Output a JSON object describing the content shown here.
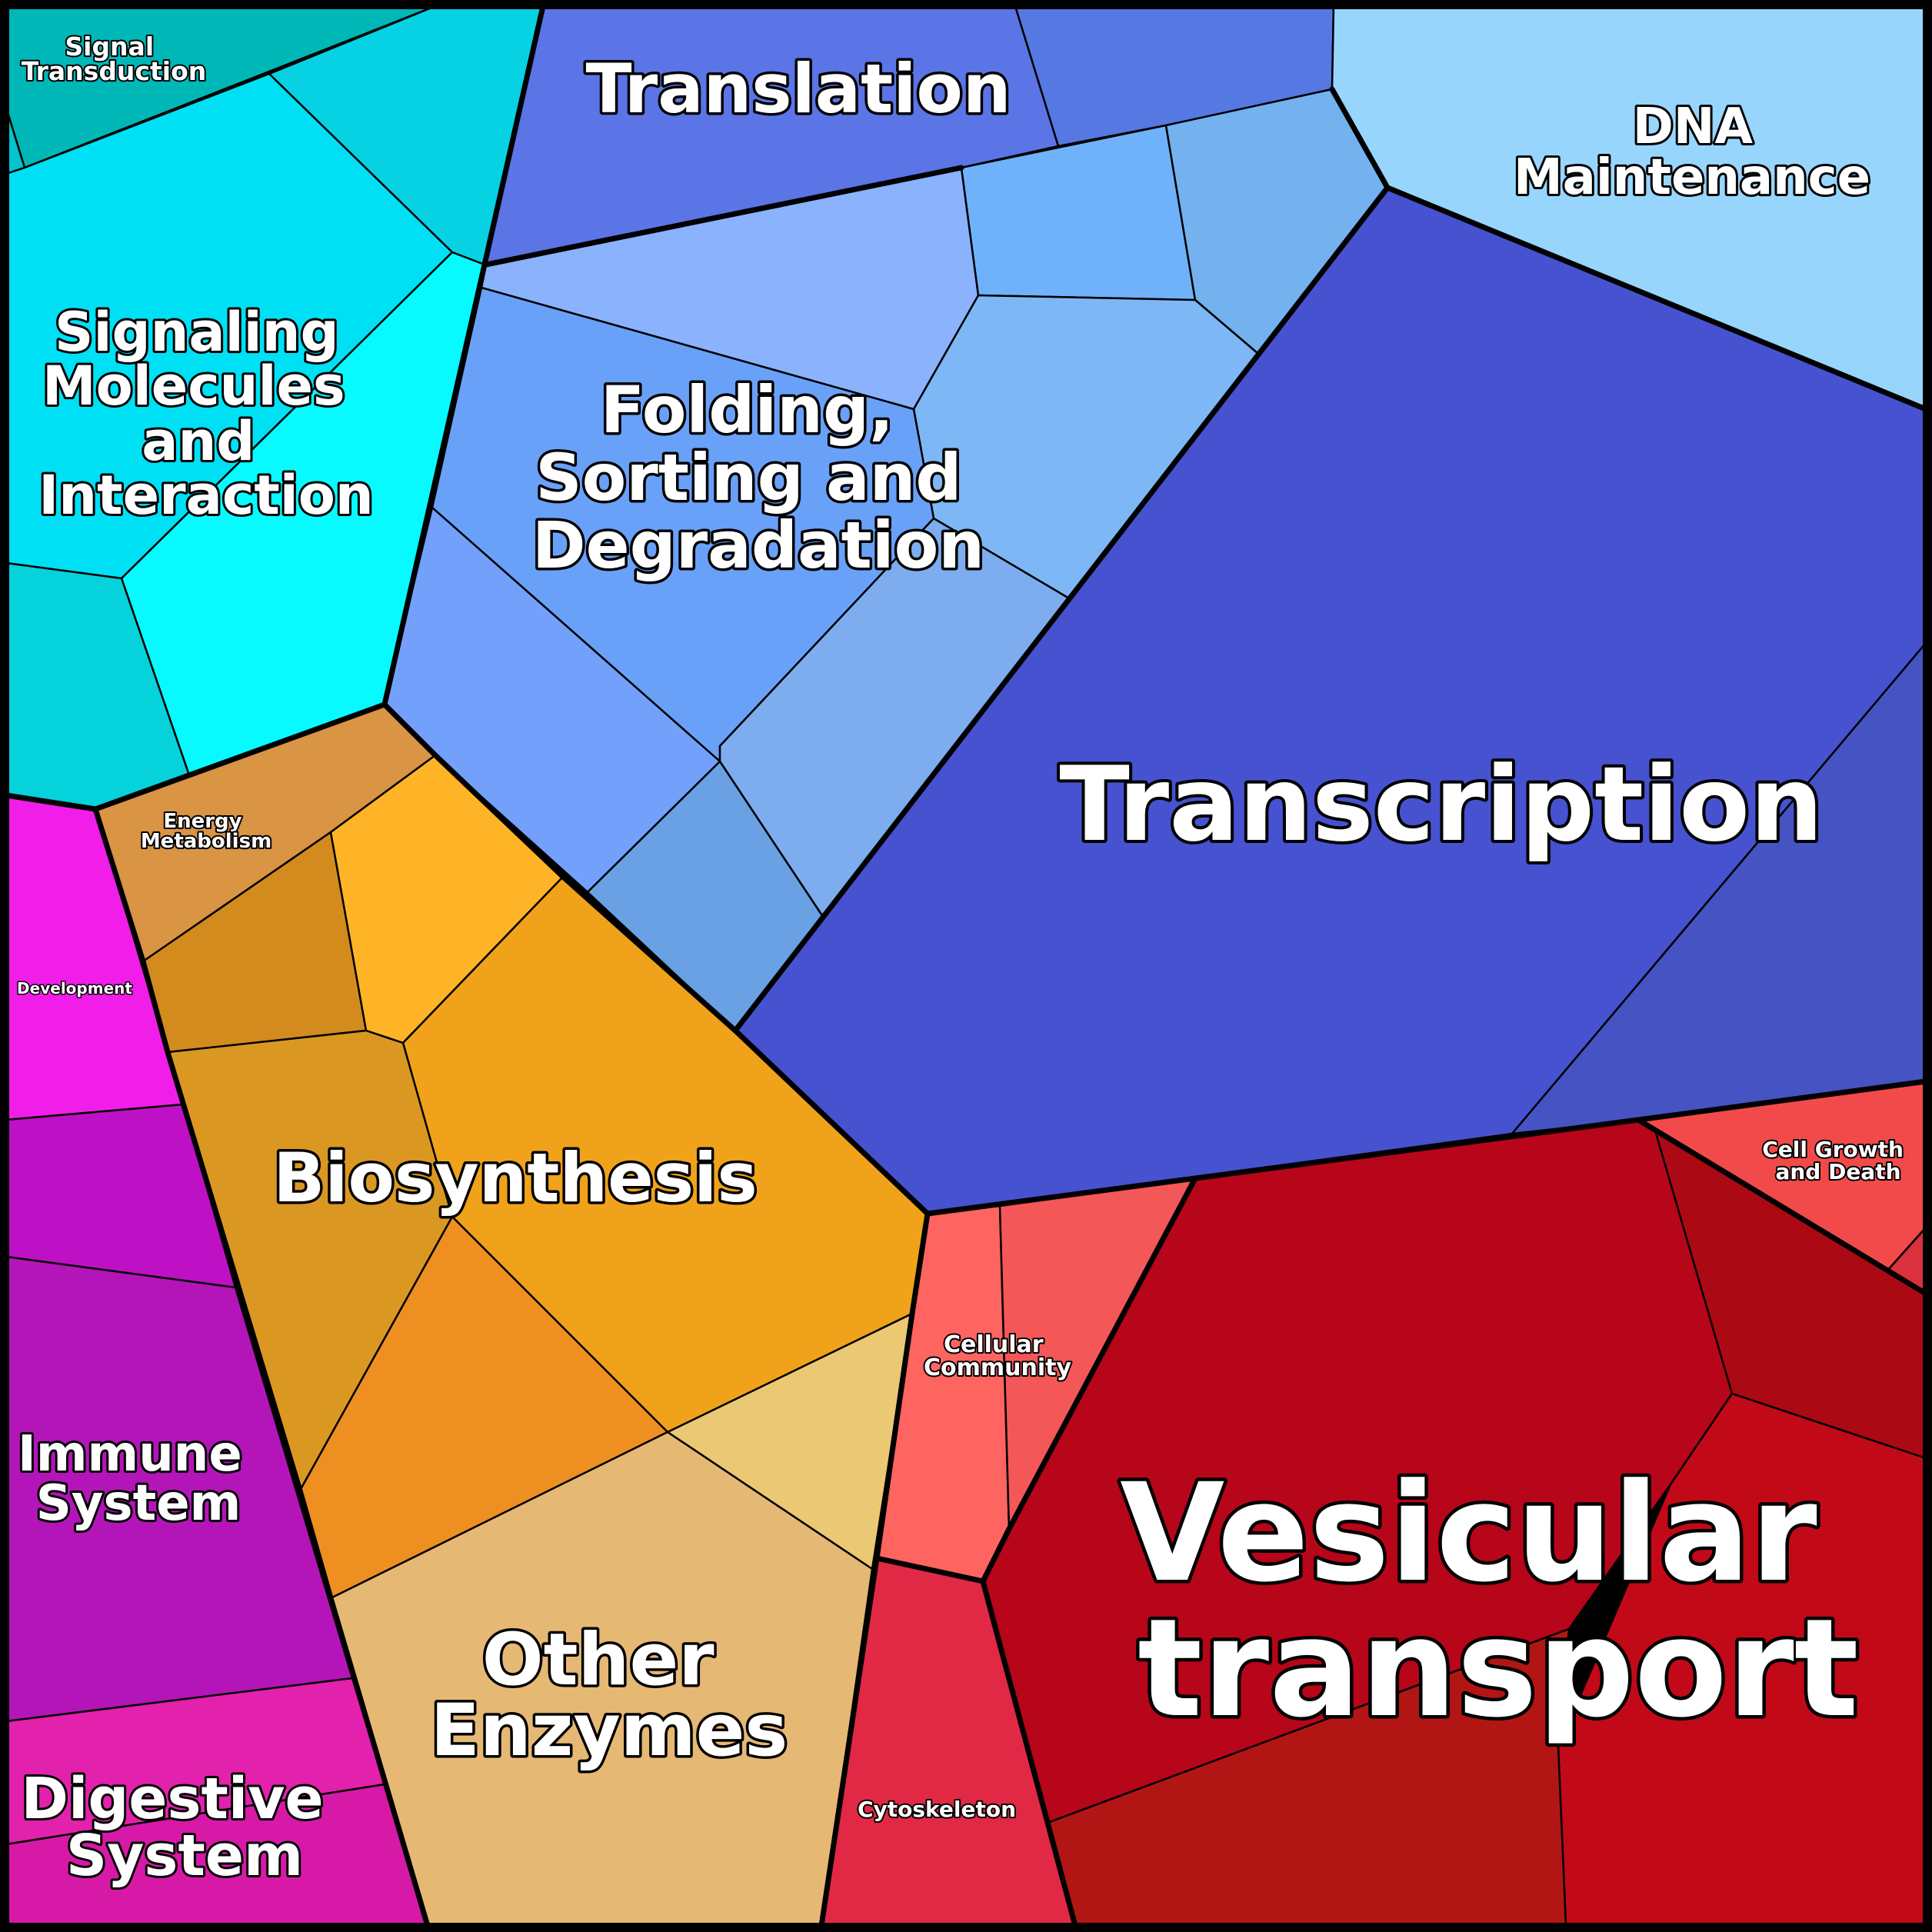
{
  "categories": [
    {
      "id": "signal-transduction",
      "label_lines": [
        "Signal",
        "Transduction"
      ],
      "color": "#00b8b8"
    },
    {
      "id": "signaling-molecules",
      "label_lines": [
        "Signaling",
        "Molecules",
        "and",
        "Interaction"
      ],
      "color": "#00e0f4"
    },
    {
      "id": "translation",
      "label_lines": [
        "Translation"
      ],
      "color": "#5b73e6"
    },
    {
      "id": "dna-maintenance",
      "label_lines": [
        "DNA",
        "Maintenance"
      ],
      "color": "#99d5fc"
    },
    {
      "id": "folding",
      "label_lines": [
        "Folding,",
        "Sorting and",
        "Degradation"
      ],
      "color": "#6aa0f7"
    },
    {
      "id": "transcription",
      "label_lines": [
        "Transcription"
      ],
      "color": "#4651cd"
    },
    {
      "id": "energy-metabolism",
      "label_lines": [
        "Energy",
        "Metabolism"
      ],
      "color": "#d99444"
    },
    {
      "id": "development",
      "label_lines": [
        "Development"
      ],
      "color": "#f01ee8"
    },
    {
      "id": "biosynthesis",
      "label_lines": [
        "Biosynthesis"
      ],
      "color": "#f0a31a"
    },
    {
      "id": "immune-system",
      "label_lines": [
        "Immune",
        "System"
      ],
      "color": "#b415b8"
    },
    {
      "id": "digestive-system",
      "label_lines": [
        "Digestive",
        "System"
      ],
      "color": "#db1ca8"
    },
    {
      "id": "other-enzymes",
      "label_lines": [
        "Other",
        "Enzymes"
      ],
      "color": "#e5b874"
    },
    {
      "id": "cellular-community",
      "label_lines": [
        "Cellular",
        "Community"
      ],
      "color": "#fe6460"
    },
    {
      "id": "cytoskeleton",
      "label_lines": [
        "Cytoskeleton"
      ],
      "color": "#e12945"
    },
    {
      "id": "cell-growth",
      "label_lines": [
        "Cell Growth",
        "and Death"
      ],
      "color": "#f24a4a"
    },
    {
      "id": "vesicular-transport",
      "label_lines": [
        "Vesicular",
        "transport"
      ],
      "color": "#b50519"
    }
  ],
  "colors": {
    "border": "#000000",
    "label_fill": "#ffffff"
  }
}
